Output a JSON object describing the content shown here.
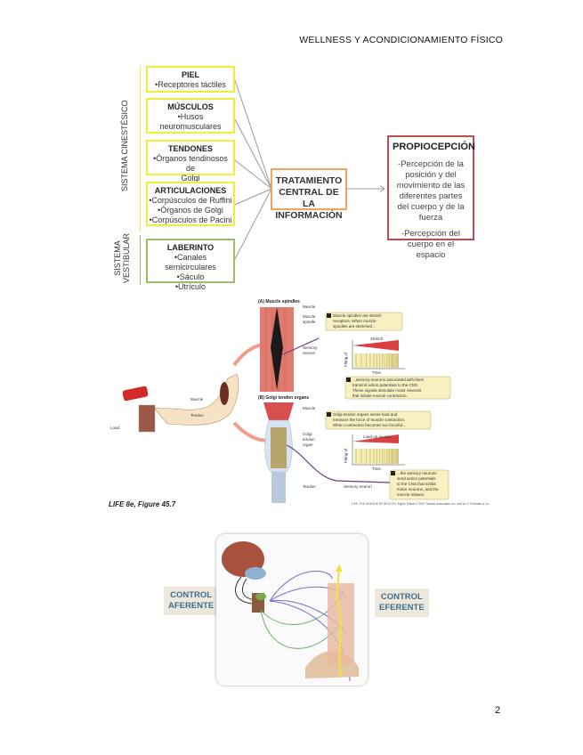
{
  "header": {
    "title": "WELLNESS Y ACONDICIONAMIENTO FÍSICO"
  },
  "page_number": "2",
  "concept_map": {
    "group_labels": {
      "cinestesico": "SISTEMA CINESTÉSICO",
      "vestibular_line1": "SISTEMA",
      "vestibular_line2": "VESTIBULAR"
    },
    "sources": [
      {
        "title": "PIEL",
        "lines": [
          "•Receptores táctiles"
        ]
      },
      {
        "title": "MÚSCULOS",
        "lines": [
          "•Husos",
          "neuromusculares"
        ]
      },
      {
        "title": "TENDONES",
        "lines": [
          "•Órganos tendinosos de",
          "Golgi"
        ]
      },
      {
        "title": "ARTICULACIONES",
        "lines": [
          "•Corpúsculos de Ruffini",
          "•Órganos de Golgi",
          "•Corpúsculos de Pacini"
        ]
      },
      {
        "title": "LABERINTO",
        "lines": [
          "•Canales semicirculares",
          "•Sáculo",
          "•Utrículo"
        ]
      }
    ],
    "center": {
      "lines": [
        "TRATAMIENTO",
        "CENTRAL DE LA",
        "INFORMACIÓN"
      ]
    },
    "result": {
      "title": "PROPIOCEPCIÓN",
      "p1": "-Percepción de la posición y del movimiento de las diferentes partes del cuerpo y de la fuerza",
      "p2": "-Percepción del cuerpo en el espacio"
    }
  },
  "figure": {
    "panel_a_title": "(A) Muscle spindles",
    "panel_b_title": "(B) Golgi tendon organs",
    "labels": {
      "muscle": "Muscle",
      "muscle_spindle_1": "Muscle",
      "muscle_spindle_2": "spindle",
      "sensory_neuron_1": "Sensory",
      "sensory_neuron_2": "neuron",
      "golgi_1": "Golgi",
      "golgi_2": "tendon",
      "golgi_3": "organ",
      "tendon": "Tendon",
      "sensory_neuron": "Sensory neuron",
      "arm_muscle": "Muscle",
      "arm_tendon": "Tendon",
      "load": "Load",
      "stretch": "Stretch",
      "load_on_muscle": "Load on muscle",
      "time": "Time",
      "y_axis_1": "Firing of",
      "y_axis_2": "sensory neuron"
    },
    "callouts": {
      "a1": [
        "Muscle spindles are stretch",
        "receptors. When muscle",
        "spindles are stretched..."
      ],
      "a2": [
        "...sensory neurons associated with them",
        "transmit action potentials to the CNS.",
        "These signals stimulate motor neurons",
        "that initiate muscle contraction."
      ],
      "b1": [
        "Golgi tendon organs sense load and",
        "measure the force of muscle contraction.",
        "When contraction becomes too forceful..."
      ],
      "b2": [
        "...the sensory neurons",
        "send action potentials",
        "to the CNS that inhibit",
        "motor neurons, and the",
        "muscle relaxes."
      ]
    },
    "caption": "LIFE 8e, Figure 45.7",
    "credit": "LIFE: THE SCIENCE OF BIOLOGY, Eighth Edition © 2007 Sinauer Associates, Inc. and W. H. Freeman & Co."
  },
  "control": {
    "afferent": [
      "CONTROL",
      "AFERENTE"
    ],
    "efferent": [
      "CONTROL",
      "EFERENTE"
    ]
  }
}
